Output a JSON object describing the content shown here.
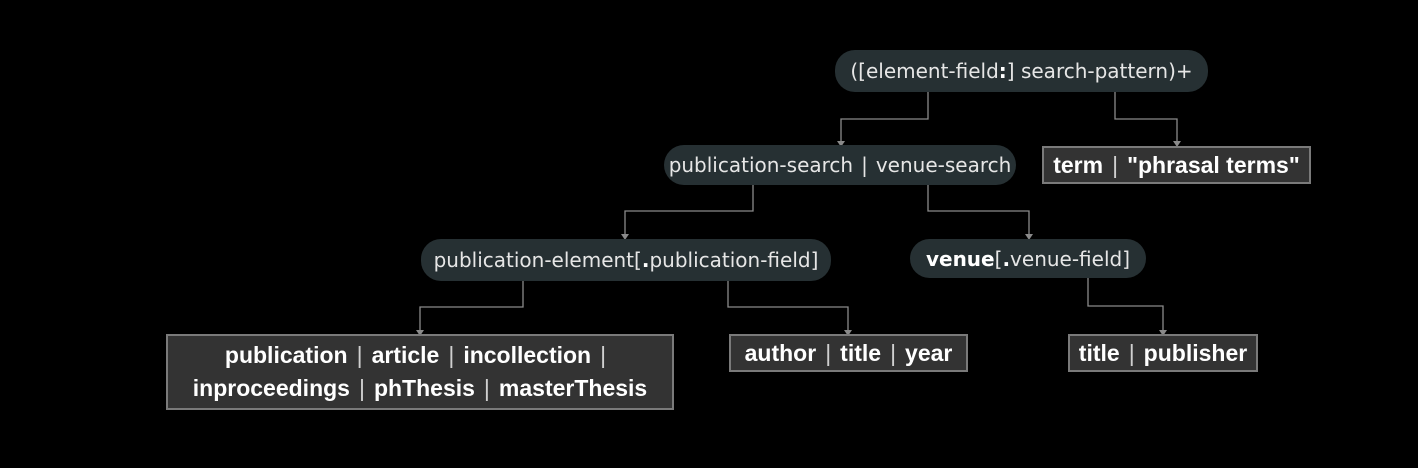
{
  "nodes": {
    "root": {
      "open": "([",
      "field": "element-field",
      "colon": ":",
      "rest": "] search-pattern)+"
    },
    "search": {
      "left": "publication-search",
      "sep": "|",
      "right": "venue-search"
    },
    "term_box": {
      "items": [
        "term",
        "\"phrasal terms\""
      ],
      "sep": "|"
    },
    "pub_element": {
      "name": "publication-element",
      "open": "[",
      "dot": ".",
      "field": "publication-field",
      "close": "]"
    },
    "venue_element": {
      "name": "venue",
      "open": "[",
      "dot": ".",
      "field": "venue-field",
      "close": "]"
    },
    "pub_types": {
      "line1": [
        "publication",
        "article",
        "incollection"
      ],
      "line2": [
        "inproceedings",
        "phThesis",
        "masterThesis"
      ],
      "sep": "|"
    },
    "pub_fields": {
      "items": [
        "author",
        "title",
        "year"
      ],
      "sep": "|"
    },
    "venue_fields": {
      "items": [
        "title",
        "publisher"
      ],
      "sep": "|"
    }
  },
  "colors": {
    "background": "#000000",
    "pill_fill": "#263033",
    "box_fill": "#333333",
    "box_border": "#7a7a7a",
    "connector": "#8a8a8a"
  }
}
